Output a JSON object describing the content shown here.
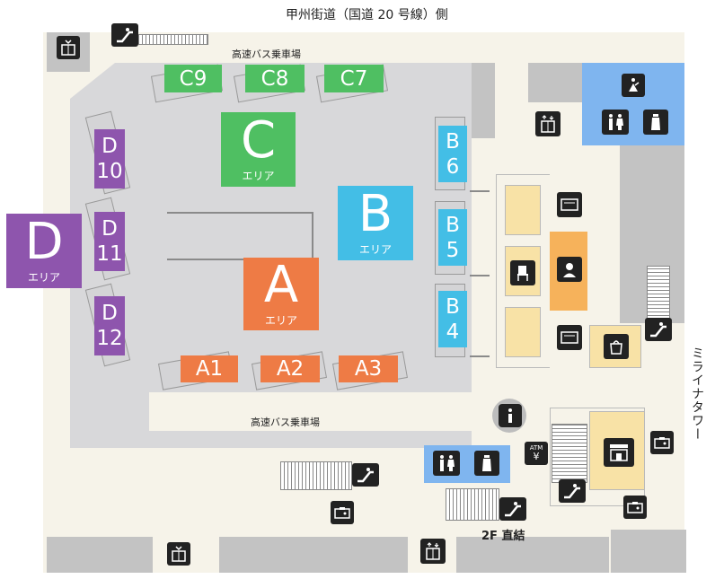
{
  "labels": {
    "top_road": "甲州街道（国道 20 号線）側",
    "bus_top": "高速バス乗車場",
    "bus_bottom": "高速バス乗車場",
    "right_tower": "ミライナタワー",
    "direct_2f": "2F 直結",
    "atm": "ATM",
    "yen": "¥"
  },
  "areas": {
    "A": {
      "letter": "A",
      "sub": "エリア",
      "color": "#ee7b45"
    },
    "B": {
      "letter": "B",
      "sub": "エリア",
      "color": "#43bee6"
    },
    "C": {
      "letter": "C",
      "sub": "エリア",
      "color": "#4fbf62"
    },
    "D": {
      "letter": "D",
      "sub": "エリア",
      "color": "#8e55ad"
    }
  },
  "bays": {
    "A1": "A1",
    "A2": "A2",
    "A3": "A3",
    "B4_a": "B",
    "B4_b": "4",
    "B5_a": "B",
    "B5_b": "5",
    "B6_a": "B",
    "B6_b": "6",
    "C7": "C7",
    "C8": "C8",
    "C9": "C9",
    "D10_a": "D",
    "D10_b": "10",
    "D11_a": "D",
    "D11_b": "11",
    "D12_a": "D",
    "D12_b": "12"
  },
  "icons": [
    "elevator-icon",
    "escalator-icon",
    "restroom-icon",
    "baby-room-icon",
    "baby-changing-icon",
    "ticket-icon",
    "waiting-seat-icon",
    "staff-icon",
    "shop-icon",
    "info-icon",
    "locker-icon",
    "atm-icon",
    "convenience-store-icon"
  ]
}
